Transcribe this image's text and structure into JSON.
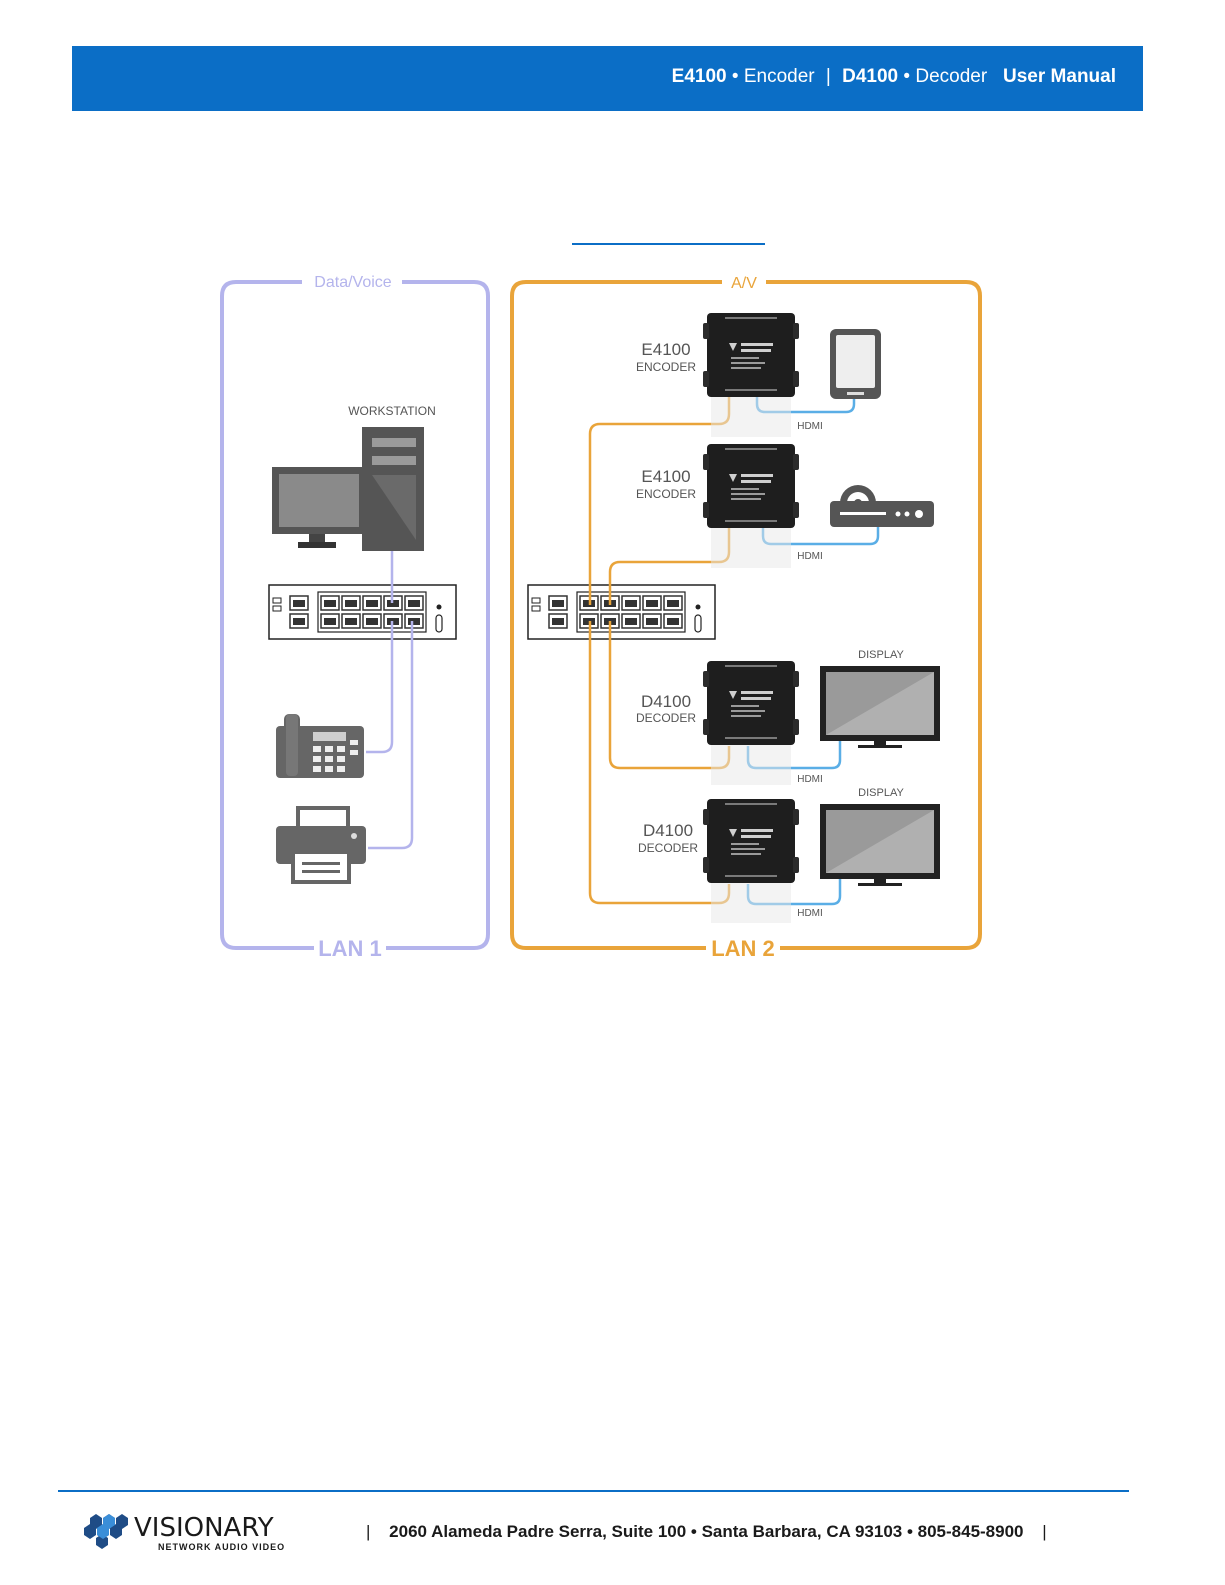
{
  "header": {
    "e_model": "E4100",
    "e_role": "Encoder",
    "d_model": "D4100",
    "d_role": "Decoder",
    "manual": "User Manual",
    "bullet": "•",
    "separator": "|"
  },
  "diagram": {
    "lan1": {
      "top_label": "Data/Voice",
      "bottom_label": "LAN 1",
      "color": "#b4b4ec"
    },
    "lan2": {
      "top_label": "A/V",
      "bottom_label": "LAN 2",
      "color": "#e9a43a"
    },
    "workstation_label": "WORKSTATION",
    "hdmi_color": "#5aaee6",
    "units": [
      {
        "model": "E4100",
        "role": "ENCODER",
        "cable": "HDMI"
      },
      {
        "model": "E4100",
        "role": "ENCODER",
        "cable": "HDMI"
      },
      {
        "model": "D4100",
        "role": "DECODER",
        "cable": "HDMI",
        "display": "DISPLAY"
      },
      {
        "model": "D4100",
        "role": "DECODER",
        "cable": "HDMI",
        "display": "DISPLAY"
      }
    ]
  },
  "footer": {
    "brand": "VISIONARY",
    "tagline": "NETWORK AUDIO VIDEO",
    "address": "2060 Alameda Padre Serra, Suite 100 • Santa Barbara, CA 93103 • 805-845-8900",
    "pipe": "|"
  }
}
